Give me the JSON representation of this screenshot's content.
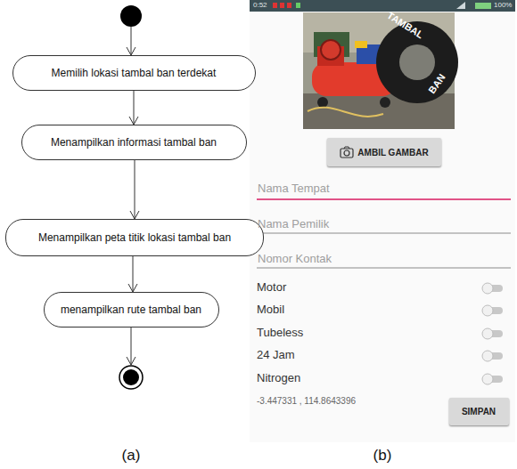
{
  "diagram": {
    "nodes": [
      {
        "text": [
          "Memilih lokasi tambal ban terdekat"
        ]
      },
      {
        "text": [
          "Menampilkan informasi tambal ban"
        ]
      },
      {
        "text": [
          "Menampilkan peta titik lokasi tambal ban"
        ]
      },
      {
        "text": [
          "menampilkan rute tambal ban"
        ]
      },
      {
        "text": [
          "AMBIL GAMBAR"
        ]
      },
      {
        "text": [
          "SIMPAN"
        ]
      }
    ],
    "edges": [
      {
        "from": 0,
        "to": 1,
        "arrow": "to"
      },
      {
        "from": 1,
        "to": 2,
        "arrow": "to"
      },
      {
        "from": 2,
        "to": 3,
        "arrow": "to"
      }
    ],
    "labels": [
      "TAMBAL",
      "BAN",
      "0:52",
      "100%",
      "Nama Tempat",
      "Nama Pemilik",
      "Nomor Kontak",
      "Motor",
      "Mobil",
      "Tubeless",
      "24 Jam",
      "Nitrogen",
      "-3.447331 , 114.8643396",
      "(a)",
      "(b)"
    ]
  }
}
